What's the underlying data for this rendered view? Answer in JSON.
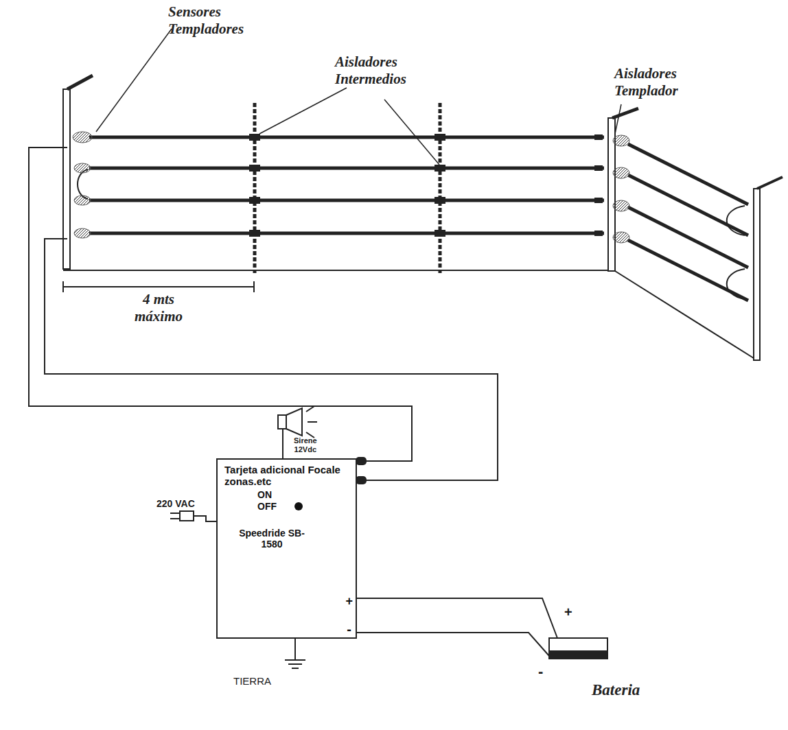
{
  "diagram": {
    "nodes": [
      {
        "text": [
          "Tarjeta adicional Focale zonas.etc",
          "ON",
          "OFF",
          "+",
          "Speedride SB-1580",
          "-"
        ]
      }
    ],
    "labels": [
      "Sensores Templadores",
      "Aisladores Intermedios",
      "Aisladores Templador",
      "4 mts máximo",
      "220 VAC",
      "Sirene 12Vdc",
      "TIERRA",
      "+",
      "-",
      "Bateria"
    ]
  }
}
